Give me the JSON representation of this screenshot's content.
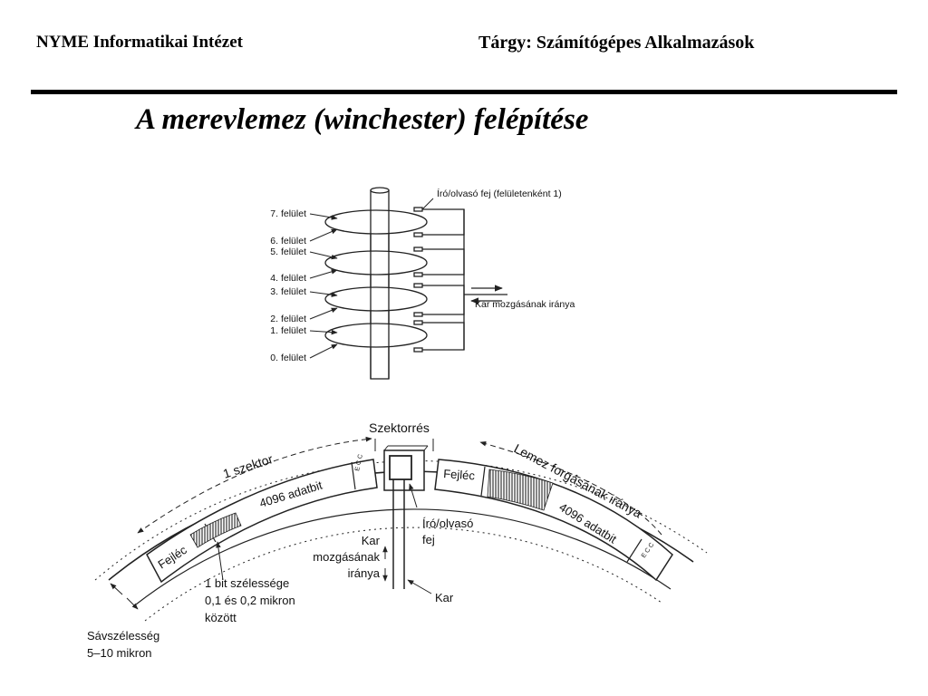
{
  "header": {
    "institute": "NYME Informatikai Intézet",
    "subject": "Tárgy: Számítógépes Alkalmazások"
  },
  "slide": {
    "title": "A merevlemez (winchester) felépítése"
  },
  "platter_stack": {
    "surfaces": [
      "7. felület",
      "6. felület",
      "5. felület",
      "4. felület",
      "3. felület",
      "2. felület",
      "1. felület",
      "0. felület"
    ],
    "head_label": "Író/olvasó fej (felületenként 1)",
    "arm_direction_label": "Kar mozgásának iránya"
  },
  "track_detail": {
    "sector_gap": "Szektorrés",
    "one_sector": "1 szektor",
    "rotation_direction": "Lemez forgásának iránya",
    "header_left": "Fejléc",
    "header_right": "Fejléc",
    "data_left": "4096 adatbit",
    "data_right": "4096 adatbit",
    "ecc_left": "E C C",
    "ecc_right": "E C C",
    "rw_head_line1": "Író/olvasó",
    "rw_head_line2": "fej",
    "arm_move_line1": "Kar",
    "arm_move_line2": "mozgásának",
    "arm_move_line3": "iránya",
    "arm": "Kar",
    "bit_width_line1": "1 bit szélessége",
    "bit_width_line2": "0,1 és 0,2 mikron",
    "bit_width_line3": "között",
    "track_width_line1": "Sávszélesség",
    "track_width_line2": "5–10 mikron"
  }
}
